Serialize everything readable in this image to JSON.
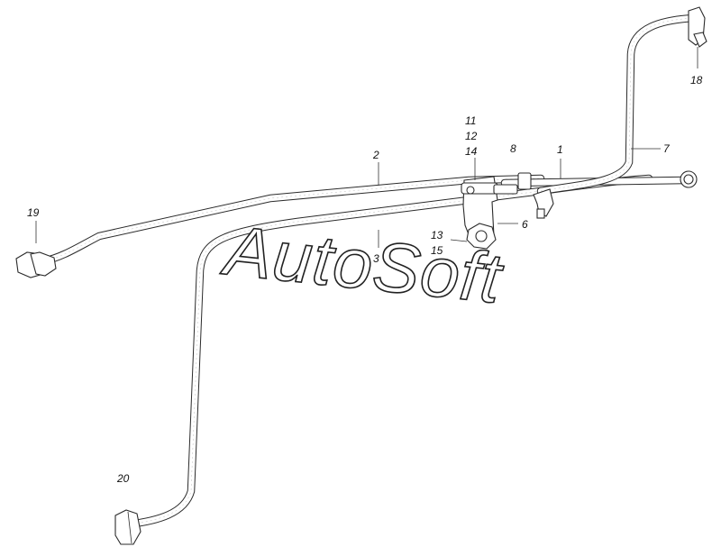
{
  "watermark": "AutoSoft",
  "callouts": [
    {
      "id": "c1",
      "text": "1"
    },
    {
      "id": "c2",
      "text": "2"
    },
    {
      "id": "c3",
      "text": "3"
    },
    {
      "id": "c6",
      "text": "6"
    },
    {
      "id": "c7",
      "text": "7"
    },
    {
      "id": "c8",
      "text": "8"
    },
    {
      "id": "c11",
      "text": "11"
    },
    {
      "id": "c12",
      "text": "12"
    },
    {
      "id": "c13",
      "text": "13"
    },
    {
      "id": "c14",
      "text": "14"
    },
    {
      "id": "c15",
      "text": "15"
    },
    {
      "id": "c18",
      "text": "18"
    },
    {
      "id": "c19",
      "text": "19"
    },
    {
      "id": "c20",
      "text": "20"
    }
  ],
  "colors": {
    "line": "#2b2b2b",
    "background": "#ffffff"
  }
}
